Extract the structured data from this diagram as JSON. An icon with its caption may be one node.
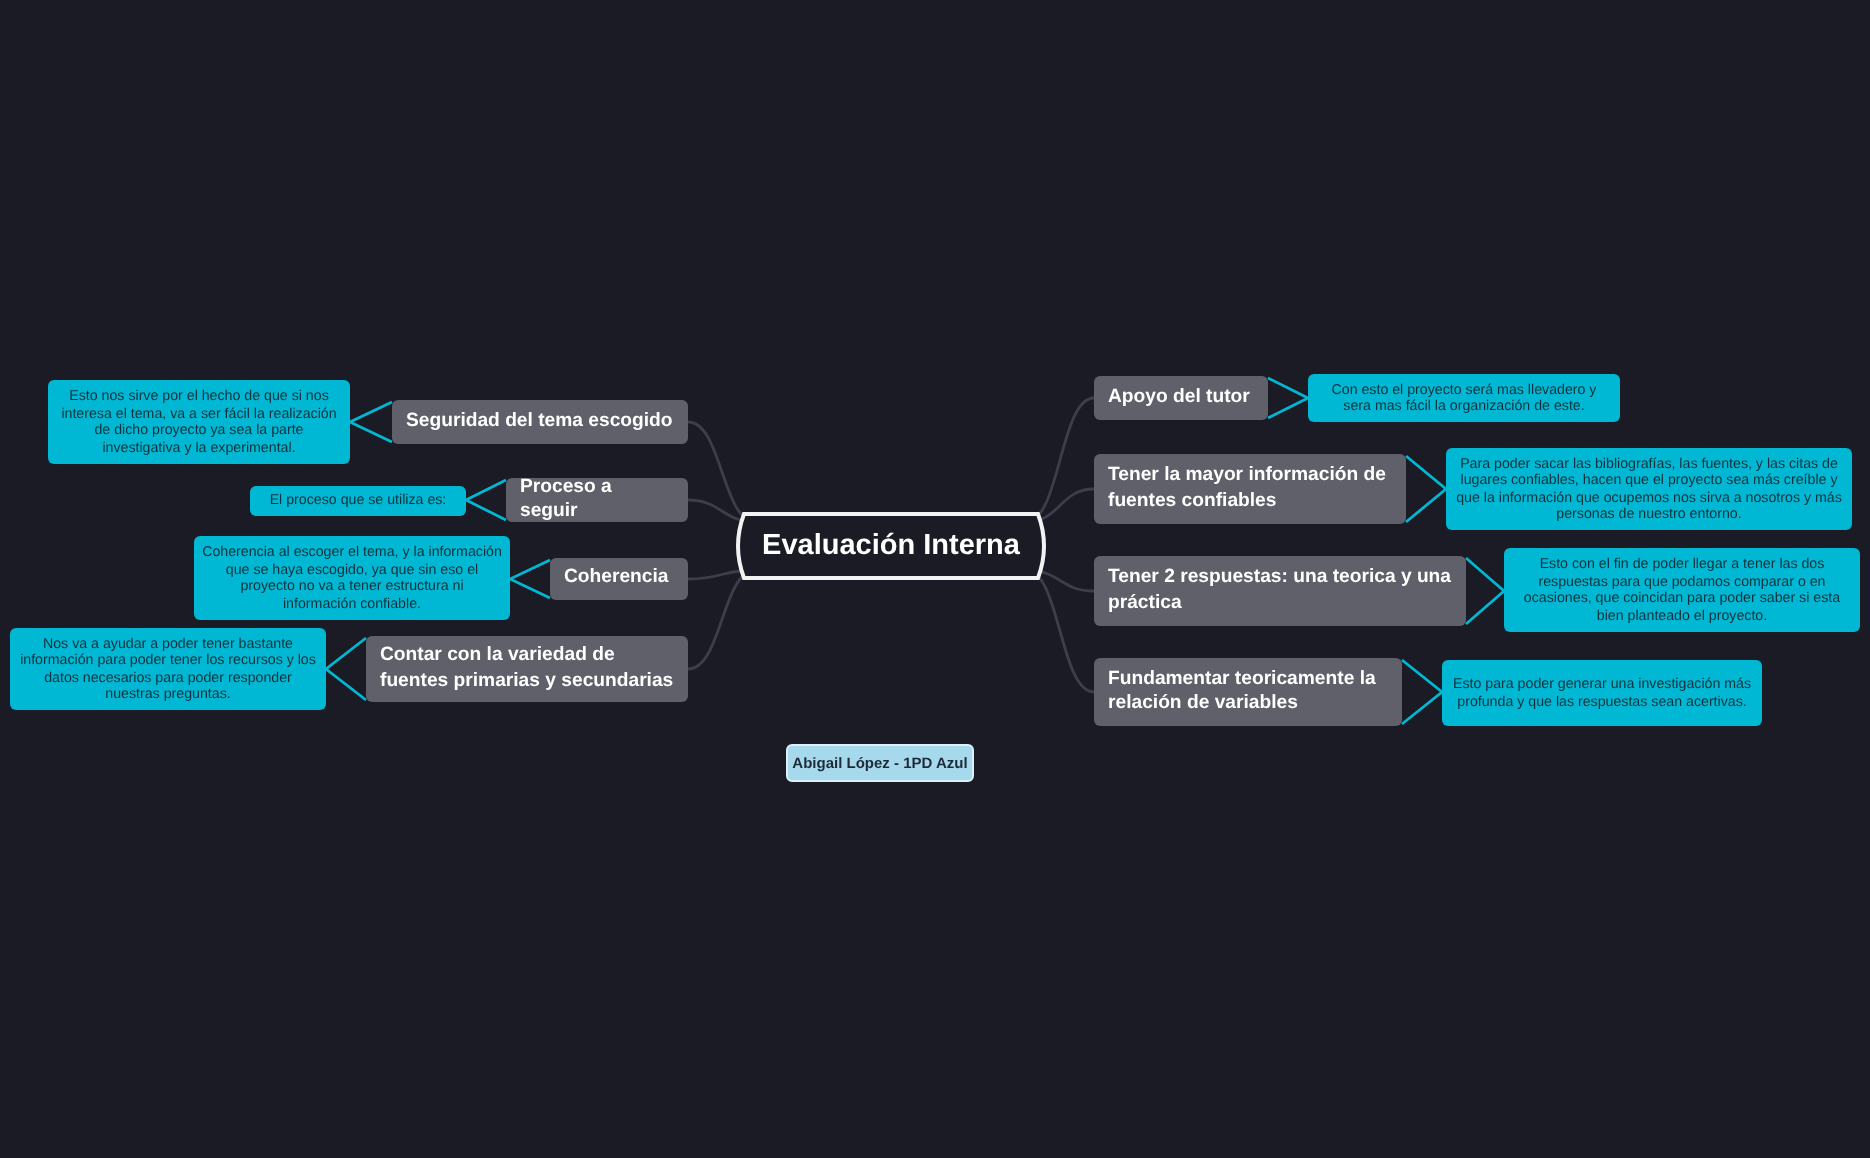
{
  "diagram": {
    "nodes": [
      {
        "text": [
          "Evaluación Interna"
        ]
      },
      {
        "text": [
          "Seguridad del tema escogido"
        ]
      },
      {
        "text": [
          "Esto nos sirve por el hecho de que si nos interesa el tema, va a ser fácil la realización de dicho proyecto ya sea la parte investigativa y la experimental."
        ]
      },
      {
        "text": [
          "Proceso a seguir"
        ]
      },
      {
        "text": [
          "El proceso que se utiliza es:"
        ]
      },
      {
        "text": [
          "Coherencia"
        ]
      },
      {
        "text": [
          "Coherencia al escoger el tema, y la información que se haya escogido, ya que sin eso el proyecto no va a tener estructura ni información confiable."
        ]
      },
      {
        "text": [
          "Contar con la variedad de fuentes primarias y secundarias"
        ]
      },
      {
        "text": [
          "Nos va a ayudar a poder tener bastante información para poder tener los recursos y los datos necesarios para poder responder nuestras preguntas."
        ]
      },
      {
        "text": [
          "Apoyo del tutor"
        ]
      },
      {
        "text": [
          "Con esto el proyecto será mas llevadero y sera mas fácil la organización de este."
        ]
      },
      {
        "text": [
          "Tener la mayor información de fuentes confiables"
        ]
      },
      {
        "text": [
          "Para poder sacar las bibliografías, las fuentes, y las citas de lugares confiables, hacen que el proyecto sea más creíble y que la información que ocupemos nos sirva a nosotros y  más personas de nuestro entorno."
        ]
      },
      {
        "text": [
          "Tener 2 respuestas: una teorica y una práctica"
        ]
      },
      {
        "text": [
          "Esto con el fin de poder llegar a tener las dos respuestas para que podamos comparar o en ocasiones, que coincidan para poder saber si esta bien planteado el proyecto."
        ]
      },
      {
        "text": [
          "Fundamentar teoricamente la relación de variables"
        ]
      },
      {
        "text": [
          "Esto para poder generar una investigación más profunda y que las respuestas sean acertivas."
        ]
      },
      {
        "text": [
          "Abigail López - 1PD Azul"
        ]
      }
    ],
    "edges": [
      {
        "from": 0,
        "to": 1,
        "arrow": "none"
      },
      {
        "from": 1,
        "to": 2,
        "arrow": "none",
        "color": "#00b8d4"
      },
      {
        "from": 0,
        "to": 3,
        "arrow": "none"
      },
      {
        "from": 3,
        "to": 4,
        "arrow": "none",
        "color": "#00b8d4"
      },
      {
        "from": 0,
        "to": 5,
        "arrow": "none"
      },
      {
        "from": 5,
        "to": 6,
        "arrow": "none",
        "color": "#00b8d4"
      },
      {
        "from": 0,
        "to": 7,
        "arrow": "none"
      },
      {
        "from": 7,
        "to": 8,
        "arrow": "none",
        "color": "#00b8d4"
      },
      {
        "from": 0,
        "to": 9,
        "arrow": "none"
      },
      {
        "from": 9,
        "to": 10,
        "arrow": "none",
        "color": "#00b8d4"
      },
      {
        "from": 0,
        "to": 11,
        "arrow": "none"
      },
      {
        "from": 11,
        "to": 12,
        "arrow": "none",
        "color": "#00b8d4"
      },
      {
        "from": 0,
        "to": 13,
        "arrow": "none"
      },
      {
        "from": 13,
        "to": 14,
        "arrow": "none",
        "color": "#00b8d4"
      },
      {
        "from": 0,
        "to": 15,
        "arrow": "none"
      },
      {
        "from": 15,
        "to": 16,
        "arrow": "none",
        "color": "#00b8d4"
      }
    ]
  }
}
